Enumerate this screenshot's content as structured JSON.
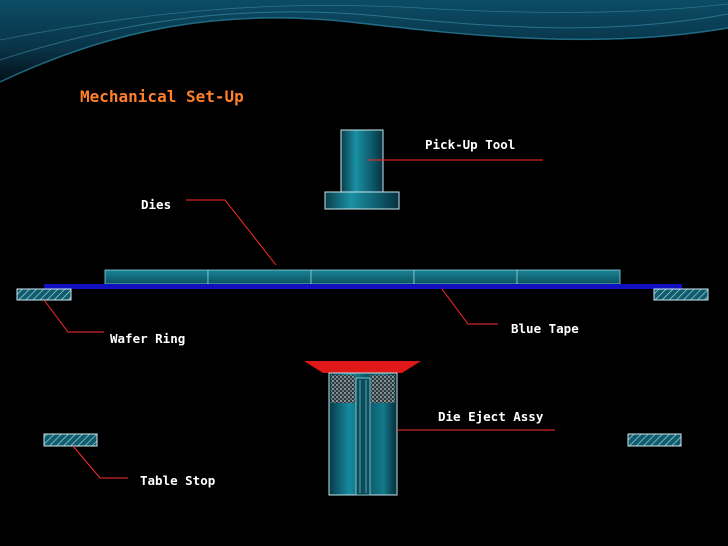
{
  "slide": {
    "title": "Mechanical Set-Up",
    "labels": {
      "pick_up_tool": "Pick-Up Tool",
      "dies": "Dies",
      "wafer_ring": "Wafer Ring",
      "blue_tape": "Blue Tape",
      "die_eject_assy": "Die Eject Assy",
      "table_stop": "Table Stop"
    }
  },
  "colors": {
    "background": "#000000",
    "title": "#ff7f2a",
    "leader_line": "#ff2a2a",
    "tape": "#1010c0",
    "die_fill": "#0d6f7f",
    "tool_fill": "#116f80",
    "eject_cap": "#e01818"
  },
  "icons": [
    "hatched-block-icon"
  ]
}
